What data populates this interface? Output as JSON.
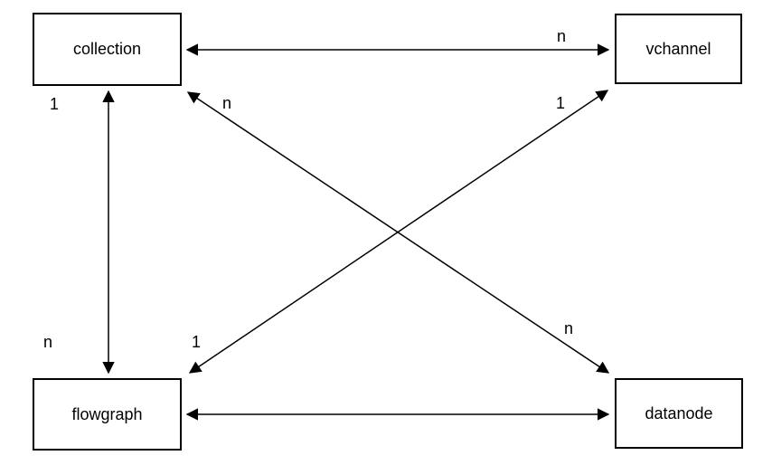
{
  "diagram": {
    "type": "entity-relationship",
    "nodes": {
      "collection": {
        "label": "collection"
      },
      "vchannel": {
        "label": "vchannel"
      },
      "flowgraph": {
        "label": "flowgraph"
      },
      "datanode": {
        "label": "datanode"
      }
    },
    "edges": [
      {
        "from": "collection",
        "to": "vchannel",
        "style": "double-arrow",
        "label_at_to": "n"
      },
      {
        "from": "collection",
        "to": "flowgraph",
        "style": "double-arrow",
        "label_at_from": "1",
        "label_at_to": "n"
      },
      {
        "from": "collection",
        "to": "datanode",
        "style": "double-arrow",
        "label_at_from": "n",
        "label_at_to": "n"
      },
      {
        "from": "vchannel",
        "to": "flowgraph",
        "style": "double-arrow",
        "label_at_from": "1",
        "label_at_to": "1"
      },
      {
        "from": "flowgraph",
        "to": "datanode",
        "style": "double-arrow"
      }
    ],
    "colors": {
      "background": "#ffffff",
      "box_fill": "#ffffff",
      "box_border": "#000000",
      "line": "#000000",
      "text": "#000000"
    }
  }
}
